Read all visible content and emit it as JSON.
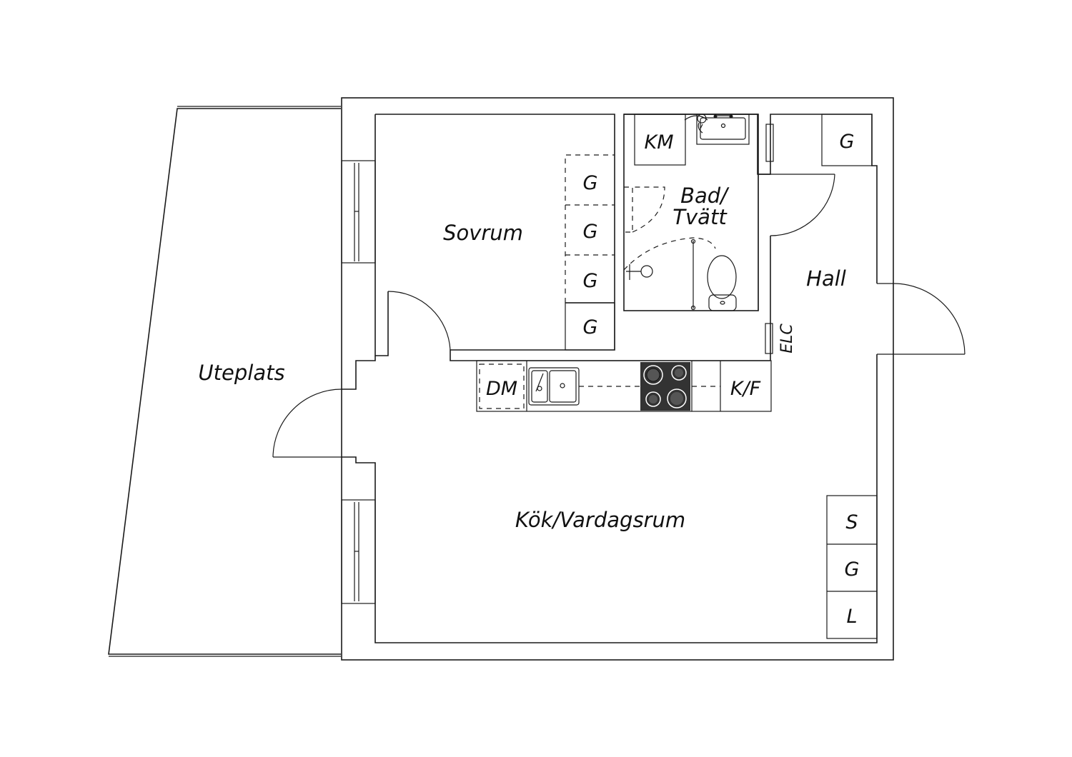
{
  "rooms": {
    "uteplats": "Uteplats",
    "sovrum": "Sovrum",
    "bad_line1": "Bad/",
    "bad_line2": "Tvätt",
    "hall": "Hall",
    "kok": "Kök/Vardagsrum"
  },
  "fixtures": {
    "garderob": "G",
    "tvattmaskin": "KM",
    "diskmaskin": "DM",
    "kyl_frys": "K/F",
    "elcentral": "ELC",
    "stad": "S",
    "linne": "L"
  },
  "colors": {
    "line": "#1a1a1a",
    "stove": "#333333",
    "background": "#ffffff"
  }
}
